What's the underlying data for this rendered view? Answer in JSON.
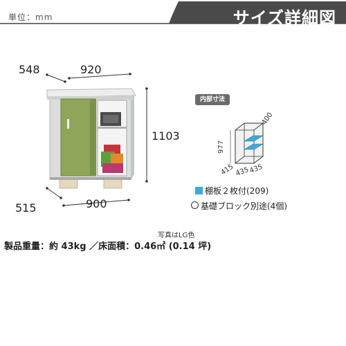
{
  "header": {
    "unit_label": "単位：mm",
    "title": "サイズ詳細図"
  },
  "main_diagram": {
    "roof_depth": "548",
    "roof_width": "920",
    "height": "1103",
    "base_depth": "515",
    "base_width": "900"
  },
  "interior": {
    "badge": "内部寸法",
    "height": "977",
    "depth_top": "400",
    "depth_side": "415",
    "width_left": "435",
    "width_right": "435"
  },
  "notes": {
    "shelf": "棚板２枚付(209)",
    "block": "基礎ブロック別途(4個)"
  },
  "photo_note": "写真はLG色",
  "specs": "製品重量：約 43kg ／床面積：0.46㎡ (0.14 坪)",
  "colors": {
    "door_green": "#8fa65a",
    "shelf_blue": "#3fa9d9",
    "header_dark": "#4a4a4a"
  }
}
